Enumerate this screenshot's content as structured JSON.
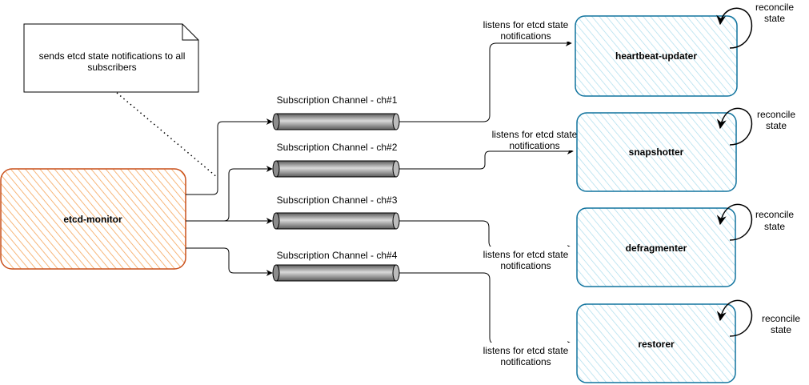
{
  "note": {
    "text_line1": "sends etcd state notifications to all",
    "text_line2": "subscribers"
  },
  "source": {
    "label": "etcd-monitor",
    "fill_color": "#f7a35c",
    "stroke_color": "#c9501c"
  },
  "channels": [
    {
      "label": "Subscription Channel - ch#1"
    },
    {
      "label": "Subscription Channel -  ch#2"
    },
    {
      "label": "Subscription Channel -  ch#3"
    },
    {
      "label": "Subscription Channel -  ch#4"
    }
  ],
  "subscribers": [
    {
      "label": "heartbeat-updater"
    },
    {
      "label": "snapshotter"
    },
    {
      "label": "defragmenter"
    },
    {
      "label": "restorer"
    }
  ],
  "edge_labels": [
    {
      "line1": "listens for etcd state",
      "line2": "notifications"
    },
    {
      "line1": "listens for etcd state",
      "line2": "notifications"
    },
    {
      "line1": "listens for etcd state",
      "line2": "notifications"
    },
    {
      "line1": "listens for etcd state",
      "line2": "notifications"
    }
  ],
  "self_loop_label": {
    "line1": "reconcile",
    "line2": "state"
  },
  "colors": {
    "subscriber_stroke": "#10739e",
    "subscriber_hatch": "#9fd6e8",
    "pipe_fill": "#7f7f7f",
    "edge": "#000000"
  }
}
